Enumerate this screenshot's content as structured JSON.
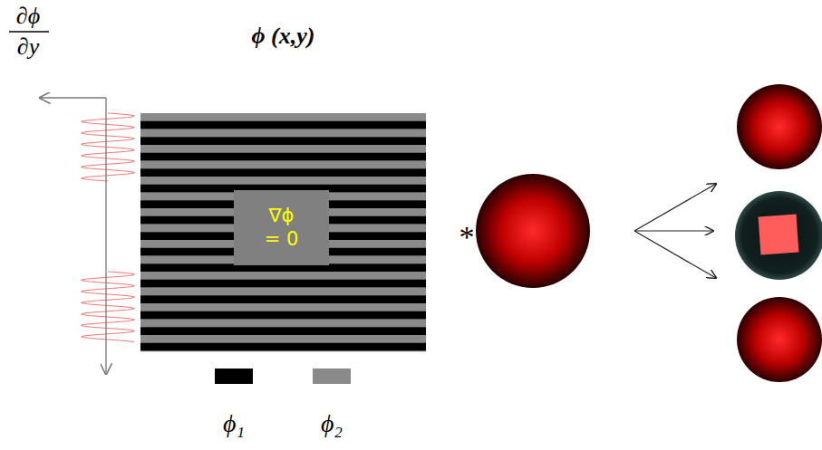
{
  "diagram": {
    "nodes": [
      {
        "text": [
          "ϕ (x,y)"
        ]
      },
      {
        "text": [
          "∇ϕ = 0"
        ],
        "in": 0
      }
    ],
    "labels": [
      "∂ϕ",
      "∂y",
      "*"
    ],
    "legend": [
      {
        "text": "ϕ₁",
        "color": "#000000"
      },
      {
        "text": "ϕ₂",
        "color": "#8a8a8a"
      }
    ]
  }
}
